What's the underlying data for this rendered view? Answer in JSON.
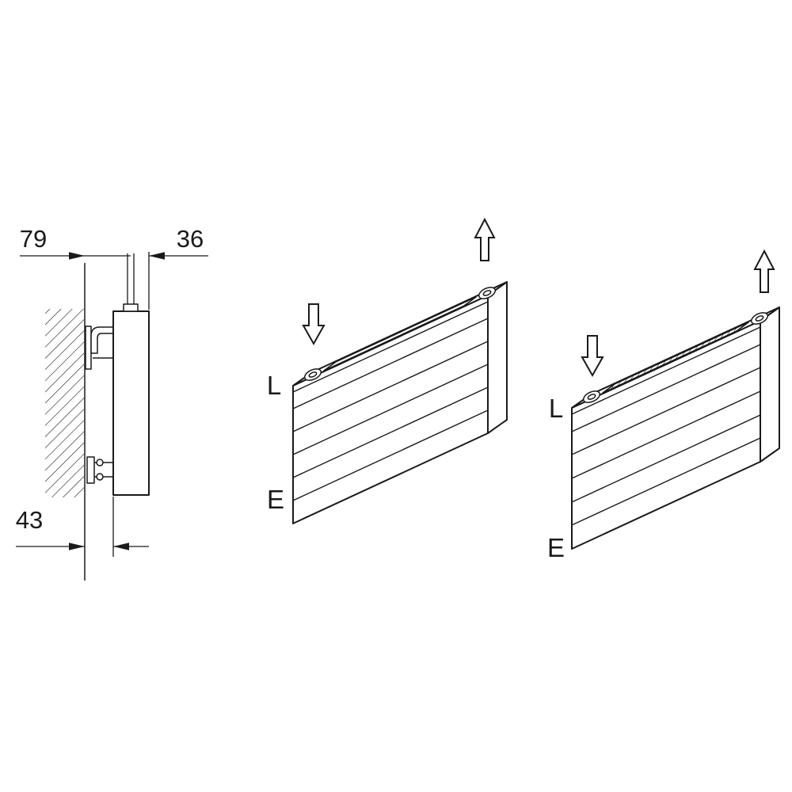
{
  "diagram": {
    "kind": "radiator-technical-drawing",
    "side_view": {
      "dim_top_left": "79",
      "dim_top_right": "36",
      "dim_bottom": "43"
    },
    "radiator_open_top": {
      "label_top": "L",
      "label_bottom": "E"
    },
    "radiator_grille_top": {
      "label_top": "L",
      "label_bottom": "E"
    },
    "colors": {
      "line": "#1a1a1a",
      "background": "#ffffff"
    }
  }
}
